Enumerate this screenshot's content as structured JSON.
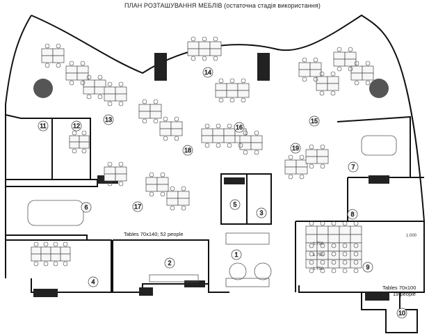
{
  "title": "ПЛАН РОЗТАШУВАННЯ МЕБЛІВ (остаточна стадія використання)",
  "rooms": [
    "1",
    "2",
    "3",
    "4",
    "5",
    "6",
    "7",
    "8",
    "9",
    "10",
    "11",
    "12",
    "13",
    "14",
    "15",
    "16",
    "17",
    "18",
    "19"
  ],
  "notes": {
    "tables_left": "Tables 70x140; 52 people",
    "tables_right_line1": "Tables 70x100",
    "tables_right_line2": "19 people"
  },
  "dimensions": [
    "1.750",
    "1.750",
    "1.750",
    "1.000"
  ],
  "colors": {
    "wall": "#111111",
    "furniture": "#555555",
    "column": "#444444",
    "background": "#ffffff"
  }
}
